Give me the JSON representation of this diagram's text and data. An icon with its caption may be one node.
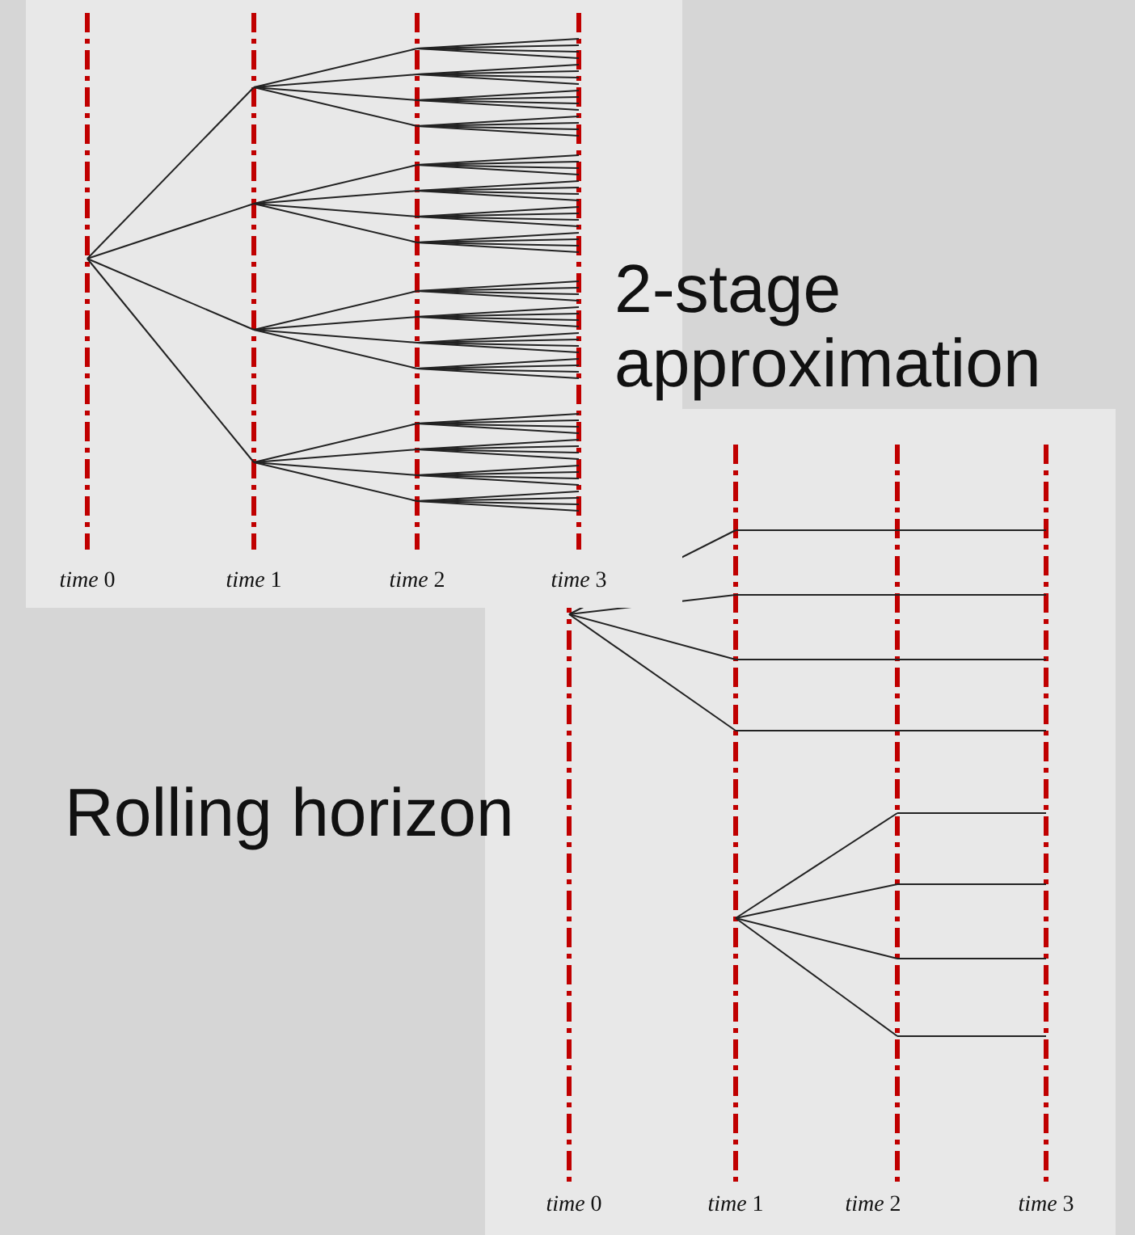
{
  "diagram": {
    "labels": [
      "2-stage approximation",
      "*time* 0",
      "*time* 1",
      "*time* 2",
      "*time* 3",
      "Rolling horizon",
      "*time* 0",
      "*time* 1",
      "*time* 2",
      "*time* 3"
    ]
  }
}
